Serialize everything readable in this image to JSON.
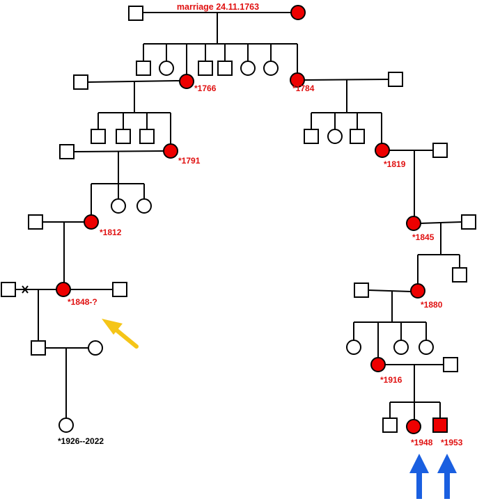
{
  "title": "marriage 24.11.1763",
  "labels": {
    "b1766": "*1766",
    "b1784": "*1784",
    "b1791": "*1791",
    "b1819": "*1819",
    "b1812": "*1812",
    "b1845": "*1845",
    "b1848": "*1848-?",
    "b1880": "*1880",
    "b1916": "*1916",
    "b1926": "*1926--2022",
    "b1948": "*1948",
    "b1953": "*1953"
  },
  "colors": {
    "affected": "#ee0000",
    "label": "#e01010",
    "yellow_arrow": "#f5c518",
    "blue_arrow": "#1a5fe0"
  },
  "icons": {
    "male": "square",
    "female": "circle",
    "divorce": "x-mark"
  }
}
